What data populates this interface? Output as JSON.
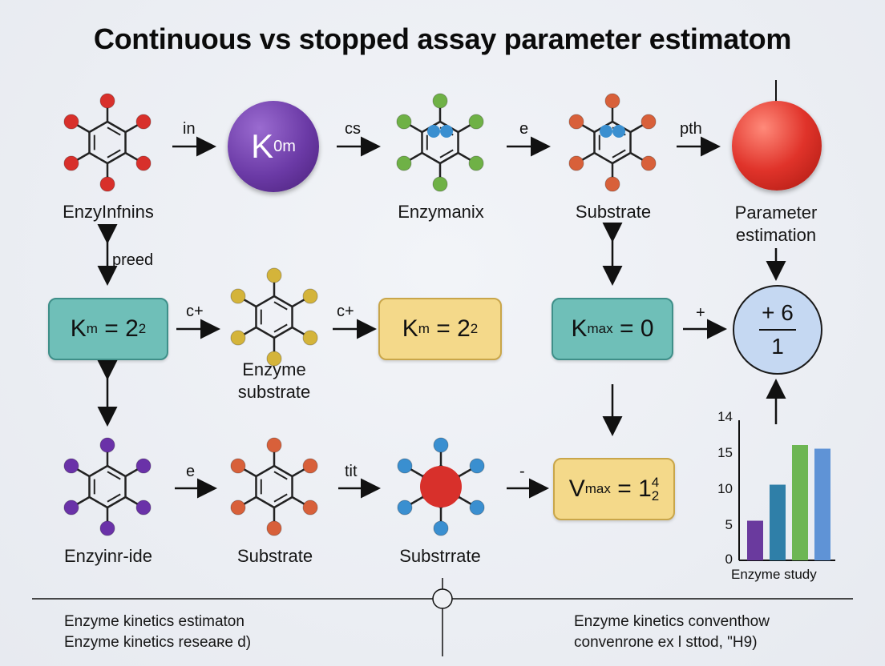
{
  "title": "Continuous vs stopped assay parameter estimatom",
  "nodes": {
    "row1_mol1_label": "EnzyInfnins",
    "row1_k_circle_main": "K",
    "row1_k_circle_sub": "0m",
    "row1_mol2_label": "Enzymanix",
    "row1_mol3_label": "Substrate",
    "row1_sphere_label_line1": "Parameter",
    "row1_sphere_label_line2": "estimation",
    "row2_box1_main": "K",
    "row2_box1_sub": "m",
    "row2_box1_rest": " = 2",
    "row2_box1_sup": "2",
    "row2_mol_label_line1": "Enzyme",
    "row2_mol_label_line2": "substrate",
    "row2_box2_main": "K",
    "row2_box2_sub": "m",
    "row2_box2_rest": " = 2",
    "row2_box2_sup": "2",
    "row2_box3_main": "K",
    "row2_box3_sub": "max",
    "row2_box3_rest": " = 0",
    "row2_frac_top": "+ 6",
    "row2_frac_bottom": "1",
    "row3_mol1_label": "Enzyinr-ide",
    "row3_mol2_label": "Substrate",
    "row3_mol3_label": "Substrrate",
    "row3_box_main": "V",
    "row3_box_sub": "max",
    "row3_box_rest": " = 1",
    "row3_box_sup": "4",
    "row3_box_sub2": "2"
  },
  "arrow_labels": {
    "a1": "in",
    "a2": "cs",
    "a3": "e",
    "a4": "pth",
    "v1": "preed",
    "a5": "c+",
    "a6": "c+",
    "a7": "+",
    "a8": "e",
    "a9": "tit",
    "a10": "-"
  },
  "footer": {
    "left_line1": "Enzyme kinetics estimaton",
    "left_line2": "Enzyme kinetics reseaʀe d)",
    "right_line1": "Enzyme kinetics conventhow",
    "right_line2": "convenrone ex l sttod, \"H9)"
  },
  "chart_data": {
    "type": "bar",
    "xlabel": "Enzyme study",
    "yticks": [
      "14",
      "15",
      "10",
      "5",
      "0"
    ],
    "categories": [
      "",
      "",
      "",
      ""
    ],
    "values": [
      5.5,
      10.5,
      16,
      15.5
    ],
    "colors": [
      "#6a3a9e",
      "#2f7fa8",
      "#6db653",
      "#5f93d6"
    ]
  },
  "colors": {
    "red_atom": "#d8302b",
    "green_atom": "#6fb146",
    "blue_atom": "#3a8fd0",
    "orange_atom": "#d8603a",
    "yellow_atom": "#d4b43a",
    "purple_atom": "#6a32a8",
    "teal_atom": "#3aa38f"
  }
}
